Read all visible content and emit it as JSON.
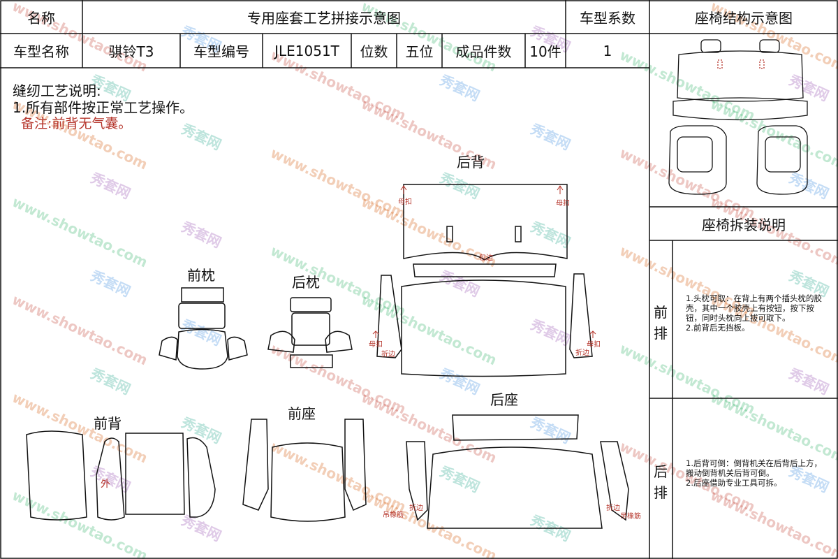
{
  "header": {
    "name_label": "名称",
    "title": "专用座套工艺拼接示意图",
    "coef_label": "车型系数",
    "struct_title": "座椅结构示意图"
  },
  "info_row": {
    "model_label": "车型名称",
    "model_value": "骐铃T3",
    "code_label": "车型编号",
    "code_value": "JLE1051T",
    "seats_label": "位数",
    "seats_value": "五位",
    "pieces_label": "成品件数",
    "pieces_value": "10件",
    "coef_value": "1"
  },
  "notes": {
    "heading": "缝纫工艺说明:",
    "item1": "1.所有部件按正常工艺操作。",
    "remark": "备注:前背无气囊。"
  },
  "sections": {
    "rear_back": "后背",
    "front_pillow": "前枕",
    "rear_pillow": "后枕",
    "front_back": "前背",
    "front_seat": "前座",
    "rear_seat": "后座"
  },
  "marks": {
    "snap": "母扣",
    "wrap": "包边",
    "fold": "折边",
    "hang": "吊橡筋",
    "outer": "外"
  },
  "assembly": {
    "title": "座椅拆装说明",
    "front_row": "前排",
    "front_text": "1.头枕可取：在背上有两个插头枕的胶壳，其中一个胶壳上有按钮，按下按钮，同时头枕向上拔可取下。\n2.前背后无挡板。",
    "rear_row": "后排",
    "rear_text": "1.后背可倒：倒背机关在后背后上方，搬动倒背机关后背可倒。\n2.后座借助专业工具可拆。"
  },
  "watermark": {
    "site": "www.showtao.com",
    "brand": "秀套网"
  },
  "colors": {
    "line": "#111111",
    "accent_red": "#b5342a"
  }
}
